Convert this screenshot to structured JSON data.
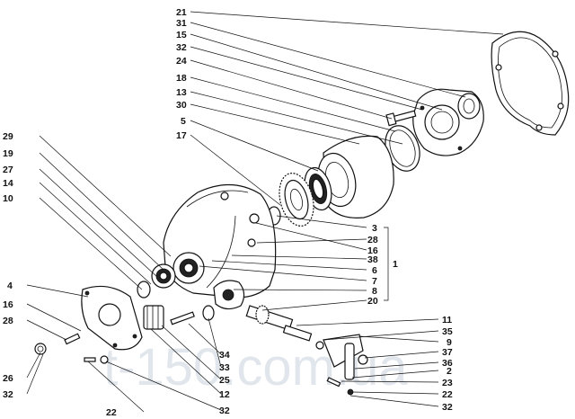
{
  "watermark": "t-150.com.ua",
  "group_label": "1",
  "callouts": {
    "top": [
      "21",
      "31",
      "15",
      "32",
      "24",
      "18",
      "13",
      "30",
      "5",
      "17"
    ],
    "left": [
      "29",
      "19",
      "27",
      "14",
      "10",
      "4",
      "16",
      "28",
      "26",
      "32"
    ],
    "right_bracket": [
      "3",
      "28",
      "16",
      "38",
      "6",
      "7",
      "8",
      "20"
    ],
    "right_lower": [
      "11",
      "35",
      "9",
      "37",
      "36",
      "2",
      "23",
      "22",
      "32"
    ],
    "bottom": [
      "34",
      "33",
      "25",
      "12",
      "32",
      "22"
    ]
  }
}
